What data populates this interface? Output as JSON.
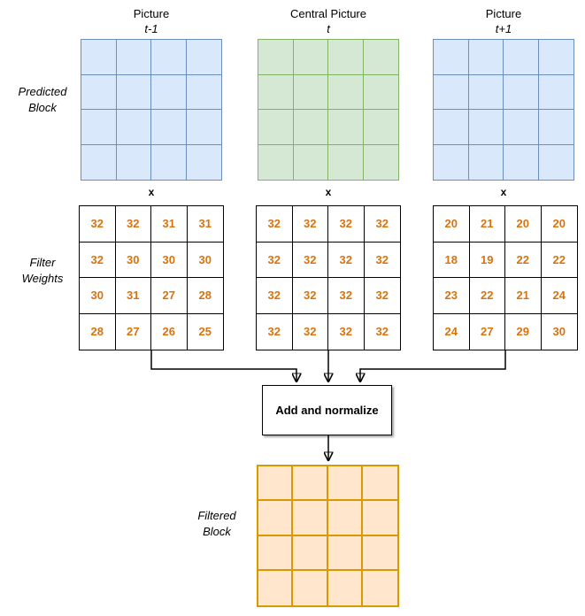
{
  "diagram": {
    "pictures": [
      {
        "title": "Picture",
        "subtitle": "t-1",
        "fill": "#dae8fc",
        "border": "#6c8ebf"
      },
      {
        "title": "Central Picture",
        "subtitle": "t",
        "fill": "#d5e8d4",
        "border": "#82b366"
      },
      {
        "title": "Picture",
        "subtitle": "t+1",
        "fill": "#dae8fc",
        "border": "#6c8ebf"
      }
    ],
    "row_labels": {
      "predicted_block": "Predicted\nBlock",
      "filter_weights": "Filter\nWeights",
      "filtered_block": "Filtered\nBlock"
    },
    "multiply_symbol": "x",
    "filter_weights": [
      {
        "values": [
          [
            32,
            32,
            31,
            31
          ],
          [
            32,
            30,
            30,
            30
          ],
          [
            30,
            31,
            27,
            28
          ],
          [
            28,
            27,
            26,
            25
          ]
        ]
      },
      {
        "values": [
          [
            32,
            32,
            32,
            32
          ],
          [
            32,
            32,
            32,
            32
          ],
          [
            32,
            32,
            32,
            32
          ],
          [
            32,
            32,
            32,
            32
          ]
        ]
      },
      {
        "values": [
          [
            20,
            21,
            20,
            20
          ],
          [
            18,
            19,
            22,
            22
          ],
          [
            23,
            22,
            21,
            24
          ],
          [
            24,
            27,
            29,
            30
          ]
        ]
      }
    ],
    "weight_text_color": "#d9730d",
    "process_box": {
      "label": "Add and normalize"
    },
    "filtered_block": {
      "fill": "#ffe6cc",
      "border": "#d79b00"
    },
    "connector_color": "#000000"
  }
}
